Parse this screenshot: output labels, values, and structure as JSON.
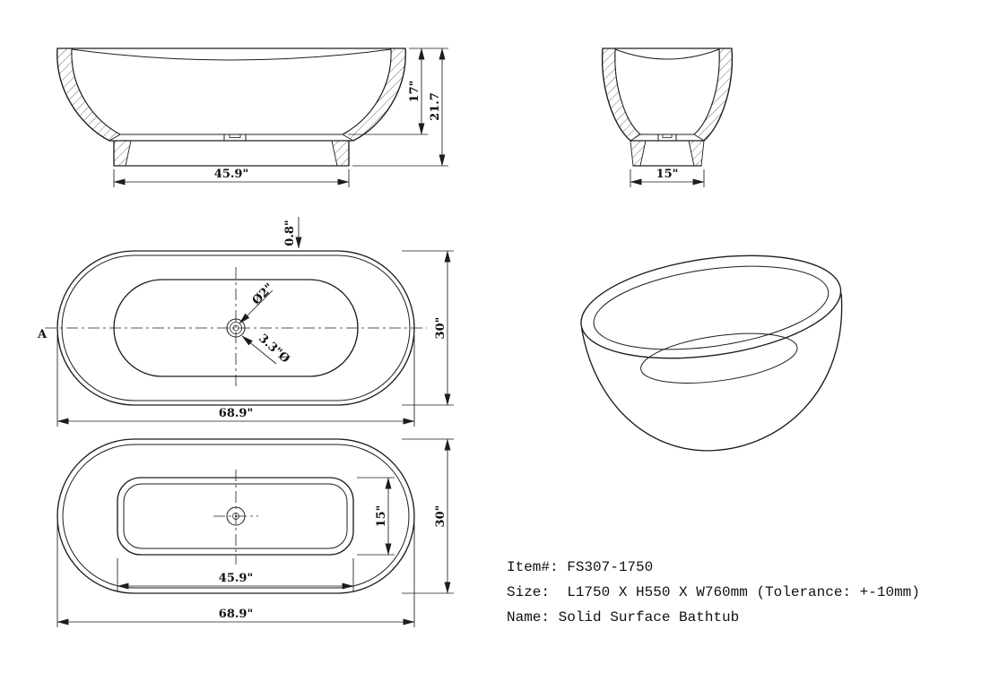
{
  "drawing": {
    "side_view": {
      "inner_height": "17\"",
      "total_height": "21.7",
      "base_width": "45.9\""
    },
    "end_view": {
      "base_width": "15\""
    },
    "plan_view": {
      "section_label": "A",
      "rim_thickness": "0.8\"",
      "drain_diameter": "Ø2\"",
      "overflow_diameter": "3.3\"Ø",
      "overall_width": "30\"",
      "overall_length": "68.9\""
    },
    "bottom_view": {
      "base_width": "15\"",
      "base_length": "45.9\"",
      "overall_width": "30\"",
      "overall_length": "68.9\""
    },
    "info": {
      "item": "Item#: FS307-1750",
      "size": "Size:  L1750 X H550 X W760mm (Tolerance: +-10mm)",
      "name": "Name: Solid Surface Bathtub"
    }
  }
}
